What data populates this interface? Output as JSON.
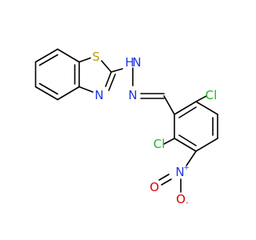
{
  "molecule": {
    "atoms": {
      "s": {
        "text": "S",
        "color": "#b8a300"
      },
      "h": {
        "text": "H",
        "color": "#1e36e0"
      },
      "n_hydrazine": {
        "text": "N",
        "color": "#1e36e0"
      },
      "n_ring": {
        "text": "N",
        "color": "#1e36e0"
      },
      "n_imine": {
        "text": "N",
        "color": "#1e36e0"
      },
      "cl_top": {
        "text": "Cl",
        "color": "#22b222"
      },
      "cl_bottom": {
        "text": "Cl",
        "color": "#22b222"
      },
      "n_nitro": {
        "text": "N",
        "color": "#1e36e0"
      },
      "n_nitro_charge": {
        "text": "+",
        "color": "#1e36e0"
      },
      "o_double": {
        "text": "O",
        "color": "#e00000"
      },
      "o_single": {
        "text": "O",
        "color": "#e00000"
      },
      "o_single_charge": {
        "text": "-",
        "color": "#e00000"
      }
    }
  }
}
